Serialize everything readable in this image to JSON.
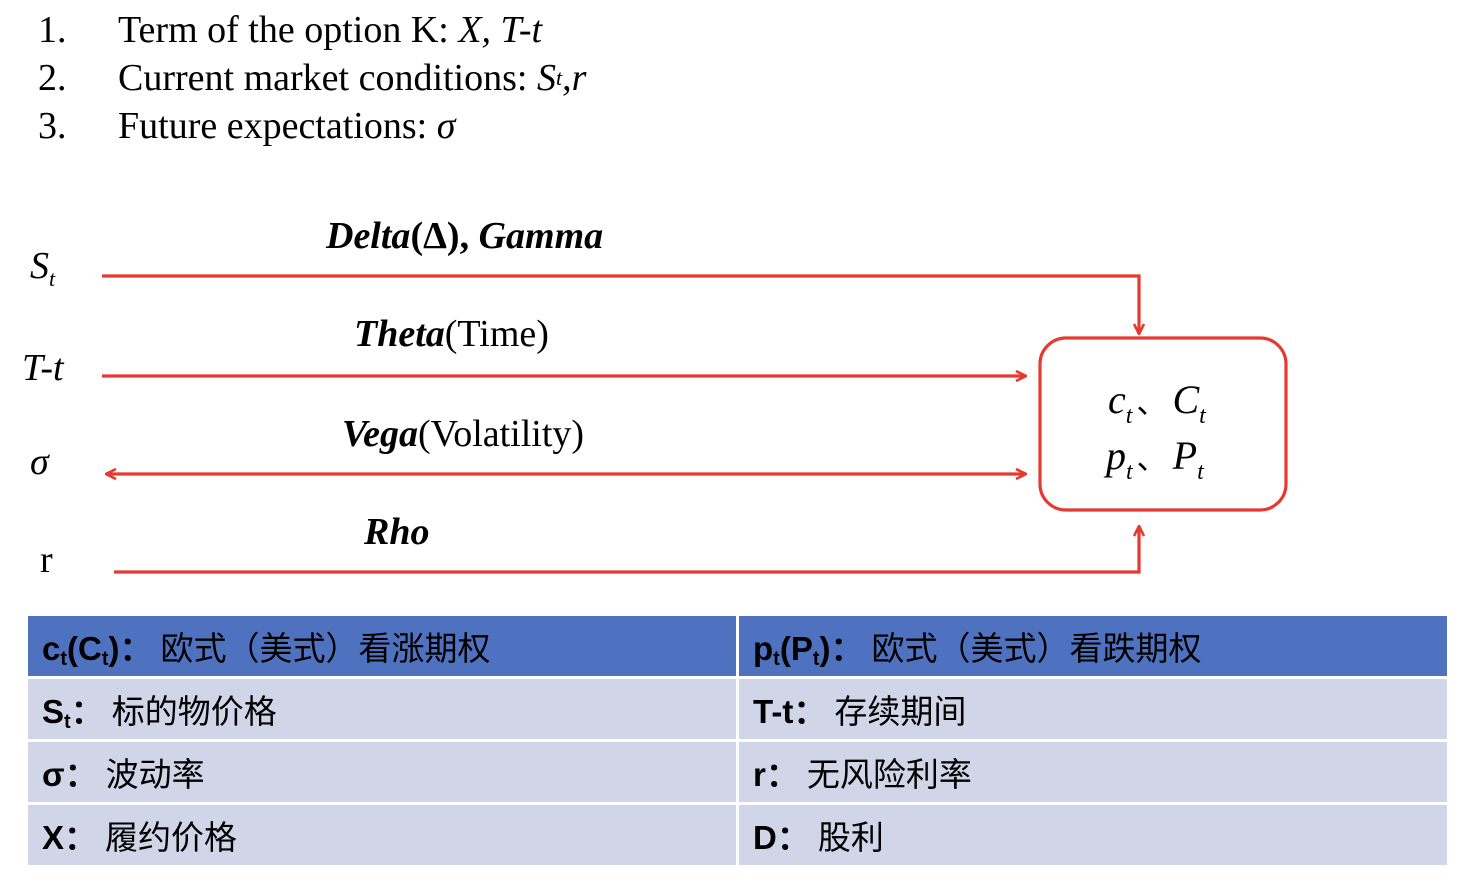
{
  "list": [
    {
      "num": "1.",
      "text": "Term of the option K: ",
      "vars": "X, T-t"
    },
    {
      "num": "2.",
      "text": "Current market conditions: ",
      "var1": "S",
      "sub1": "t",
      "sep": ", ",
      "var2": "r"
    },
    {
      "num": "3.",
      "text": "Future expectations: ",
      "vars": "σ"
    }
  ],
  "inputs": {
    "st": {
      "main": "S",
      "sub": "t"
    },
    "tt": "T-t",
    "sigma": "σ",
    "r": "r"
  },
  "greeks": {
    "delta": {
      "a": "Delta",
      "b": "(Δ)",
      "c": ", ",
      "d": "Gamma"
    },
    "theta": {
      "a": "Theta",
      "b": "(Time)"
    },
    "vega": {
      "a": "Vega",
      "b": "(Volatility)"
    },
    "rho": {
      "a": "Rho"
    }
  },
  "output": {
    "line1": {
      "a": "c",
      "a_sub": "t",
      "sep": "、",
      "b": "C",
      "b_sub": "t"
    },
    "line2": {
      "a": "p",
      "a_sub": "t",
      "sep": "、",
      "b": "P",
      "b_sub": "t"
    }
  },
  "legend": {
    "header": [
      {
        "sym": "c",
        "sub": "t",
        "paren": "(C",
        "paren_sub": "t",
        "close": ")",
        "colon": "：",
        "desc": "欧式（美式）看涨期权"
      },
      {
        "sym": "p",
        "sub": "t",
        "paren": "(P",
        "paren_sub": "t",
        "close": ")",
        "colon": "：",
        "desc": "欧式（美式）看跌期权"
      }
    ],
    "rows": [
      [
        {
          "sym": "S",
          "sub": "t",
          "colon": "：",
          "desc": "标的物价格"
        },
        {
          "sym": "T-t",
          "colon": "：",
          "desc": "存续期间"
        }
      ],
      [
        {
          "sym": "σ",
          "colon": "：",
          "desc": "波动率"
        },
        {
          "sym": "r",
          "colon": "：",
          "desc": "无风险利率"
        }
      ],
      [
        {
          "sym": "X",
          "colon": "：",
          "desc": "履约价格"
        },
        {
          "sym": "D",
          "colon": "：",
          "desc": "股利"
        }
      ]
    ]
  },
  "colors": {
    "arrow": "#e53a2f",
    "header_bg": "#4f72c0",
    "row_bg": "#d0d5e8"
  }
}
